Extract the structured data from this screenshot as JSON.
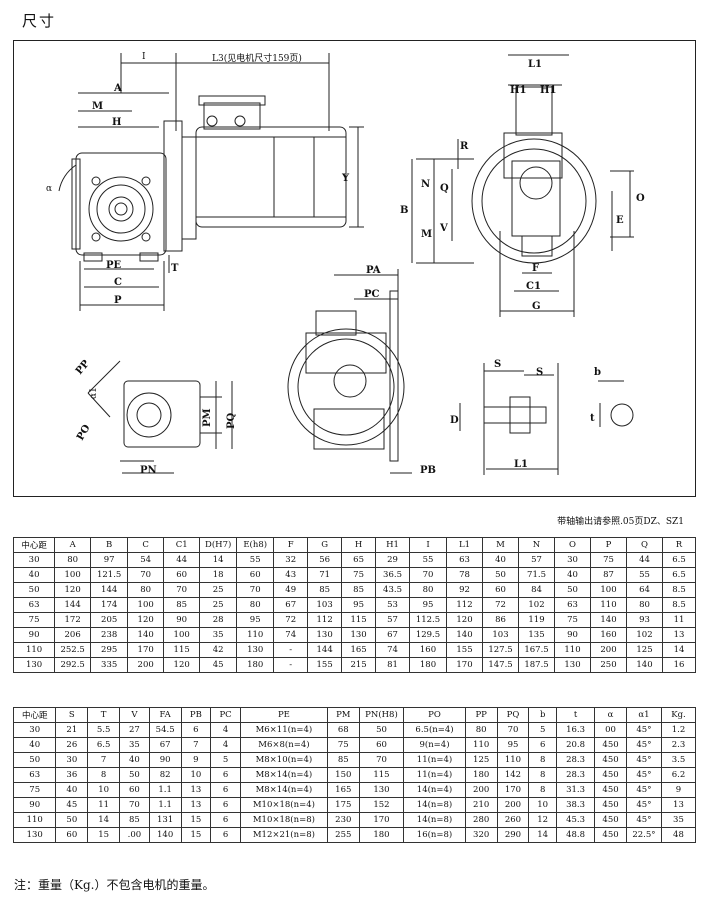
{
  "title": "尺寸",
  "drawing_labels": {
    "A": "A",
    "M": "M",
    "H": "H",
    "alpha": "α",
    "PE": "PE",
    "C": "C",
    "P": "P",
    "T": "T",
    "Y": "Y",
    "L3": "L3(见电机尺寸159页)",
    "I": "I",
    "L1": "L1",
    "H1a": "H1",
    "H1b": "H1",
    "R": "R",
    "B": "B",
    "N": "N",
    "Q": "Q",
    "Mr": "M",
    "V": "V",
    "O": "O",
    "E": "E",
    "F": "F",
    "C1": "C1",
    "G": "G",
    "PA": "PA",
    "PC": "PC",
    "PB": "PB",
    "PP": "PP",
    "alpha1": "α1",
    "PO": "PO",
    "PM": "PM",
    "PQ": "PQ",
    "PN": "PN",
    "S1": "S",
    "S2": "S",
    "D": "D",
    "L1s": "L1",
    "b": "b",
    "t": "t"
  },
  "note_top": "带轴输出请参照.05页DZ、SZ1",
  "table1": {
    "headers": [
      "中心距",
      "A",
      "B",
      "C",
      "C1",
      "D(H7)",
      "E(h8)",
      "F",
      "G",
      "H",
      "H1",
      "I",
      "L1",
      "M",
      "N",
      "O",
      "P",
      "Q",
      "R"
    ],
    "rows": [
      [
        "30",
        "80",
        "97",
        "54",
        "44",
        "14",
        "55",
        "32",
        "56",
        "65",
        "29",
        "55",
        "63",
        "40",
        "57",
        "30",
        "75",
        "44",
        "6.5"
      ],
      [
        "40",
        "100",
        "121.5",
        "70",
        "60",
        "18",
        "60",
        "43",
        "71",
        "75",
        "36.5",
        "70",
        "78",
        "50",
        "71.5",
        "40",
        "87",
        "55",
        "6.5"
      ],
      [
        "50",
        "120",
        "144",
        "80",
        "70",
        "25",
        "70",
        "49",
        "85",
        "85",
        "43.5",
        "80",
        "92",
        "60",
        "84",
        "50",
        "100",
        "64",
        "8.5"
      ],
      [
        "63",
        "144",
        "174",
        "100",
        "85",
        "25",
        "80",
        "67",
        "103",
        "95",
        "53",
        "95",
        "112",
        "72",
        "102",
        "63",
        "110",
        "80",
        "8.5"
      ],
      [
        "75",
        "172",
        "205",
        "120",
        "90",
        "28",
        "95",
        "72",
        "112",
        "115",
        "57",
        "112.5",
        "120",
        "86",
        "119",
        "75",
        "140",
        "93",
        "11"
      ],
      [
        "90",
        "206",
        "238",
        "140",
        "100",
        "35",
        "110",
        "74",
        "130",
        "130",
        "67",
        "129.5",
        "140",
        "103",
        "135",
        "90",
        "160",
        "102",
        "13"
      ],
      [
        "110",
        "252.5",
        "295",
        "170",
        "115",
        "42",
        "130",
        "-",
        "144",
        "165",
        "74",
        "160",
        "155",
        "127.5",
        "167.5",
        "110",
        "200",
        "125",
        "14"
      ],
      [
        "130",
        "292.5",
        "335",
        "200",
        "120",
        "45",
        "180",
        "-",
        "155",
        "215",
        "81",
        "180",
        "170",
        "147.5",
        "187.5",
        "130",
        "250",
        "140",
        "16"
      ]
    ]
  },
  "table2": {
    "headers": [
      "中心距",
      "S",
      "T",
      "V",
      "FA",
      "PB",
      "PC",
      "PE",
      "PM",
      "PN(H8)",
      "PO",
      "PP",
      "PQ",
      "b",
      "t",
      "α",
      "α1",
      "Kg."
    ],
    "rows": [
      [
        "30",
        "21",
        "5.5",
        "27",
        "54.5",
        "6",
        "4",
        "M6×11(n=4)",
        "68",
        "50",
        "6.5(n=4)",
        "80",
        "70",
        "5",
        "16.3",
        "00",
        "45°",
        "1.2"
      ],
      [
        "40",
        "26",
        "6.5",
        "35",
        "67",
        "7",
        "4",
        "M6×8(n=4)",
        "75",
        "60",
        "9(n=4)",
        "110",
        "95",
        "6",
        "20.8",
        "450",
        "45°",
        "2.3"
      ],
      [
        "50",
        "30",
        "7",
        "40",
        "90",
        "9",
        "5",
        "M8×10(n=4)",
        "85",
        "70",
        "11(n=4)",
        "125",
        "110",
        "8",
        "28.3",
        "450",
        "45°",
        "3.5"
      ],
      [
        "63",
        "36",
        "8",
        "50",
        "82",
        "10",
        "6",
        "M8×14(n=4)",
        "150",
        "115",
        "11(n=4)",
        "180",
        "142",
        "8",
        "28.3",
        "450",
        "45°",
        "6.2"
      ],
      [
        "75",
        "40",
        "10",
        "60",
        "1.1",
        "13",
        "6",
        "M8×14(n=4)",
        "165",
        "130",
        "14(n=4)",
        "200",
        "170",
        "8",
        "31.3",
        "450",
        "45°",
        "9"
      ],
      [
        "90",
        "45",
        "11",
        "70",
        "1.1",
        "13",
        "6",
        "M10×18(n=4)",
        "175",
        "152",
        "14(n=8)",
        "210",
        "200",
        "10",
        "38.3",
        "450",
        "45°",
        "13"
      ],
      [
        "110",
        "50",
        "14",
        "85",
        "131",
        "15",
        "6",
        "M10×18(n=8)",
        "230",
        "170",
        "14(n=8)",
        "280",
        "260",
        "12",
        "45.3",
        "450",
        "45°",
        "35"
      ],
      [
        "130",
        "60",
        "15",
        ".00",
        "140",
        "15",
        "6",
        "M12×21(n=8)",
        "255",
        "180",
        "16(n=8)",
        "320",
        "290",
        "14",
        "48.8",
        "450",
        "22.5°",
        "48"
      ]
    ]
  },
  "footer": "注：重量（Kg.）不包含电机的重量。"
}
